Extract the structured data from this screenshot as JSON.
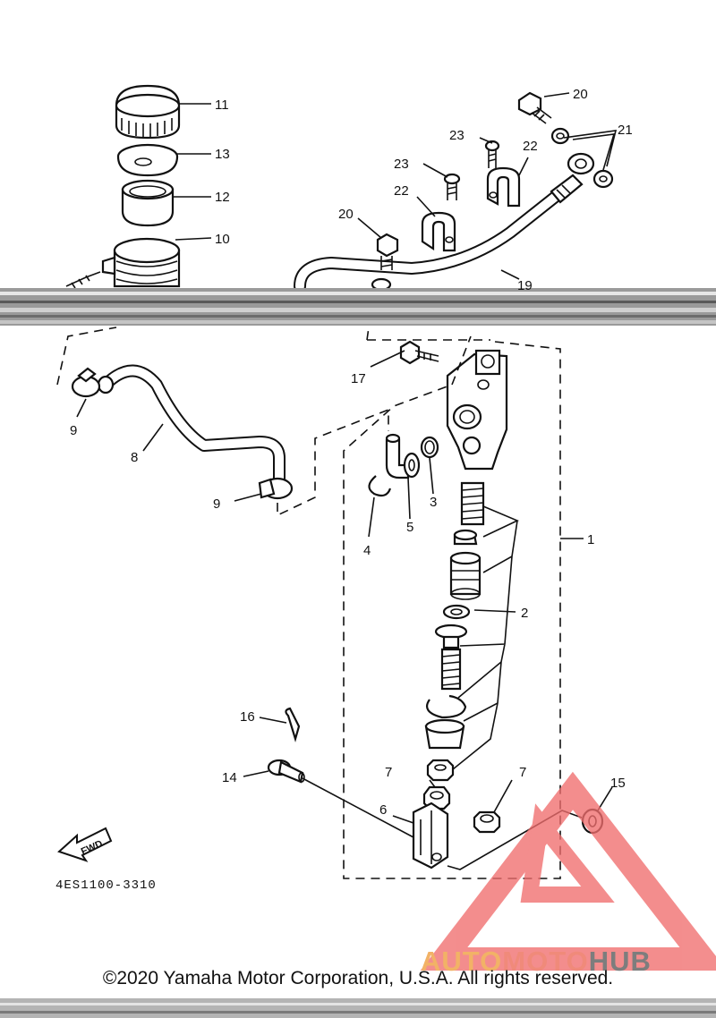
{
  "diagram": {
    "code": "4ES1100-3310",
    "fwd_label": "FWD",
    "copyright": "©2020 Yamaha Motor Corporation, U.S.A. All rights reserved.",
    "callouts": [
      "1",
      "2",
      "3",
      "4",
      "5",
      "6",
      "7",
      "7",
      "8",
      "9",
      "9",
      "10",
      "11",
      "12",
      "13",
      "14",
      "15",
      "16",
      "17",
      "19",
      "20",
      "20",
      "21",
      "22",
      "22",
      "23",
      "23"
    ]
  },
  "watermark": {
    "part1": "AUTO",
    "part2": "MOTO",
    "part3": "HUB",
    "colors": {
      "auto": "#f2b266",
      "moto": "#f08a7a",
      "hub": "#7d7d7d",
      "triangle": "#f06e6e"
    }
  }
}
